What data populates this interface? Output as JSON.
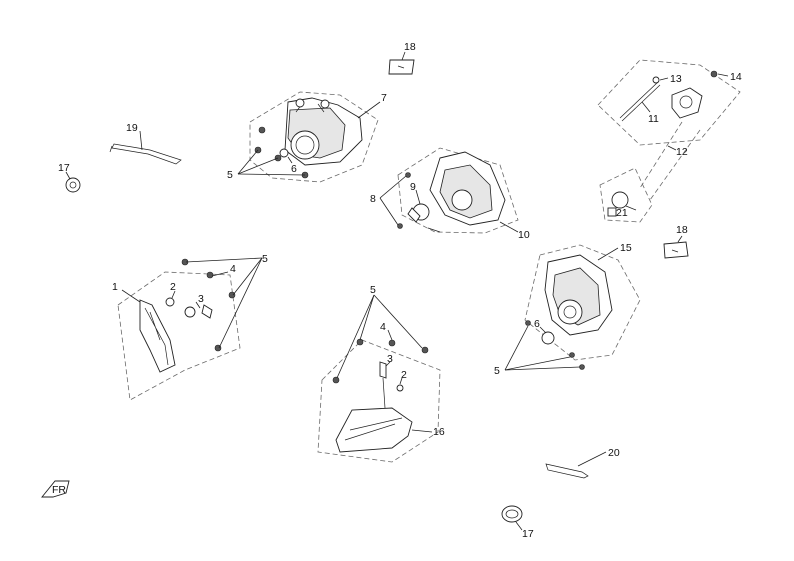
{
  "callouts": {
    "c1": "1",
    "c2": "2",
    "c3": "3",
    "c4": "4",
    "c5": "5",
    "c6": "6",
    "c7": "7",
    "c8": "8",
    "c9": "9",
    "c10": "10",
    "c11": "11",
    "c12": "12",
    "c13": "13",
    "c14": "14",
    "c15": "15",
    "c16": "16",
    "c17": "17",
    "c18": "18",
    "c19": "19",
    "c20": "20",
    "c21": "21"
  },
  "fr_marker": "FR"
}
